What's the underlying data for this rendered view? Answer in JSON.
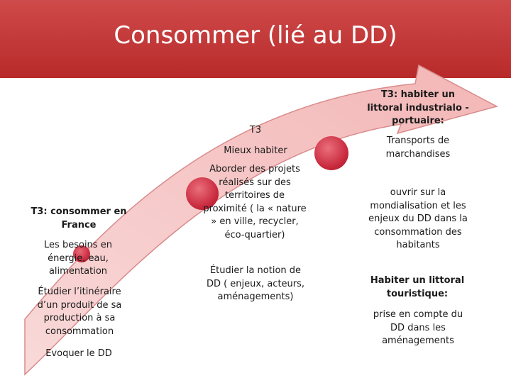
{
  "slide": {
    "title": "Consommer (lié au DD)"
  },
  "colors": {
    "banner": "#c0392b",
    "arrow_fill": "#f6c7c7",
    "arrow_stroke": "#d98b8b",
    "ball": "#c8283c"
  },
  "col1": {
    "heading": "T3: consommer en France",
    "p1": "Les besoins en énergie, eau, alimentation",
    "p2": "Étudier l’itinéraire d’un produit de sa production à sa consommation",
    "p3": "Evoquer le DD"
  },
  "col2": {
    "heading1": "T3",
    "heading2": "Mieux habiter",
    "p1": "Aborder des projets réalisés sur des territoires de proximité ( la « nature » en ville, recycler, éco-quartier)",
    "p2": "Étudier la notion de DD ( enjeux, acteurs, aménagements)"
  },
  "col3": {
    "heading1": "T3: habiter un littoral industrialo -portuaire:",
    "p1": "Transports de marchandises",
    "p2": "ouvrir sur la mondialisation et les enjeux du DD dans la consommation des habitants",
    "heading2": "Habiter un littoral touristique:",
    "p3": "prise en compte du DD dans les aménagements"
  }
}
